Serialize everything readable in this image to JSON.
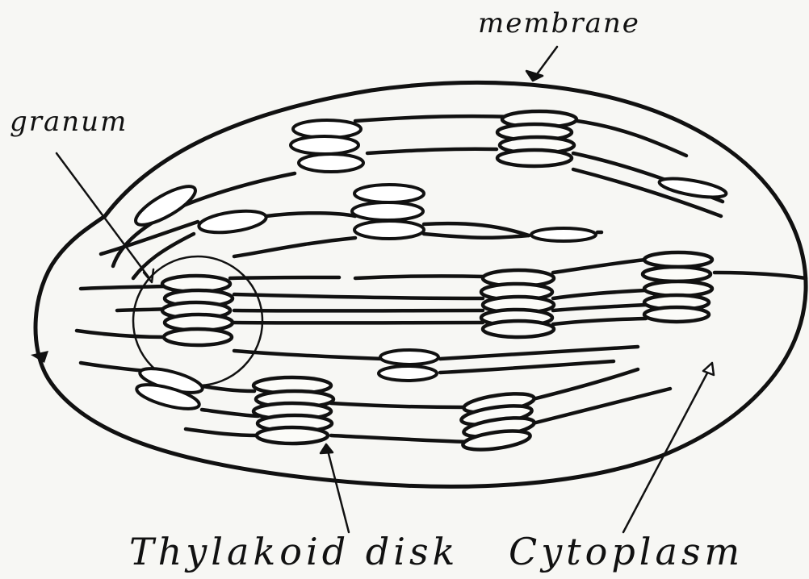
{
  "diagram": {
    "labels": {
      "membrane": "membrane",
      "granum": "granum",
      "thylakoid_disk": "Thylakoid disk",
      "cytoplasm": "Cytoplasm"
    },
    "colors": {
      "paper": "#f7f7f4",
      "ink": "#111111",
      "disk_fill": "#ffffff"
    }
  }
}
